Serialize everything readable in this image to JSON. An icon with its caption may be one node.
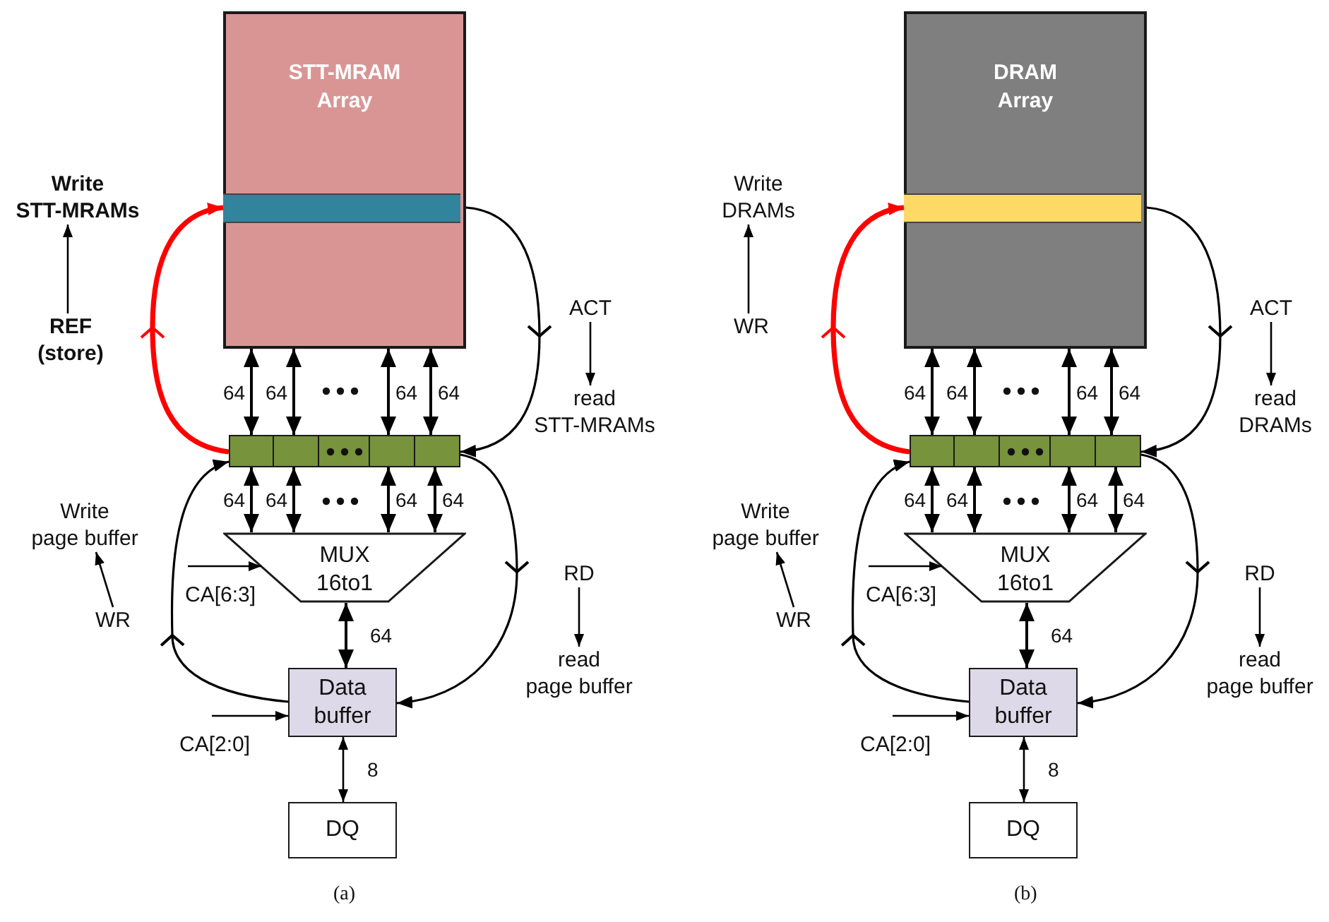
{
  "diagram": {
    "nodes": [
      {
        "text": [
          "STT-MRAM Array"
        ]
      },
      {
        "text": [],
        "shape": "bar",
        "in": 0
      },
      {
        "text": [],
        "shape": "bar"
      },
      {
        "text": [
          "MUX 16to1"
        ]
      },
      {
        "text": [
          "Data buffer"
        ]
      },
      {
        "text": [
          "DQ"
        ]
      },
      {
        "text": [
          "Write STT-MRAMs"
        ]
      },
      {
        "text": [
          "REF (store)"
        ]
      },
      {
        "text": [
          "ACT"
        ]
      },
      {
        "text": [
          "read STT-MRAMs"
        ]
      },
      {
        "text": [
          "Write page buffer"
        ]
      },
      {
        "text": [
          "WR"
        ]
      },
      {
        "text": [
          "RD"
        ]
      },
      {
        "text": [
          "read page buffer"
        ]
      },
      {
        "text": [
          "DRAM Array"
        ]
      },
      {
        "text": [],
        "shape": "bar",
        "in": 14
      },
      {
        "text": [],
        "shape": "bar"
      },
      {
        "text": [
          "MUX 16to1"
        ]
      },
      {
        "text": [
          "Data buffer"
        ]
      },
      {
        "text": [
          "DQ"
        ]
      },
      {
        "text": [
          "Write DRAMs"
        ]
      },
      {
        "text": [
          "WR"
        ]
      },
      {
        "text": [
          "ACT"
        ]
      },
      {
        "text": [
          "read DRAMs"
        ]
      },
      {
        "text": [
          "Write page buffer"
        ]
      },
      {
        "text": [
          "WR"
        ]
      },
      {
        "text": [
          "RD"
        ]
      },
      {
        "text": [
          "read page buffer"
        ]
      }
    ],
    "edges": [
      {
        "from": 2,
        "to": 0,
        "arrow": "both",
        "label": "64"
      },
      {
        "from": 2,
        "to": 0,
        "arrow": "both",
        "label": "64"
      },
      {
        "from": 2,
        "to": 0,
        "arrow": "both",
        "label": "64"
      },
      {
        "from": 2,
        "to": 0,
        "arrow": "both",
        "label": "64"
      },
      {
        "from": 2,
        "to": 3,
        "arrow": "both",
        "label": "64"
      },
      {
        "from": 2,
        "to": 3,
        "arrow": "both",
        "label": "64"
      },
      {
        "from": 2,
        "to": 3,
        "arrow": "both",
        "label": "64"
      },
      {
        "from": 2,
        "to": 3,
        "arrow": "both",
        "label": "64"
      },
      {
        "from": 3,
        "to": 4,
        "arrow": "both",
        "label": "64"
      },
      {
        "from": 4,
        "to": 5,
        "arrow": "both",
        "label": "8"
      },
      {
        "from": 1,
        "to": 2,
        "arrow": "to"
      },
      {
        "from": 2,
        "to": 1,
        "arrow": "to",
        "style": "thick",
        "color": "#ff0000"
      },
      {
        "from": 2,
        "to": 4,
        "arrow": "to"
      },
      {
        "from": 4,
        "to": 2,
        "arrow": "to"
      },
      {
        "from": 7,
        "to": 6,
        "arrow": "to"
      },
      {
        "from": 8,
        "to": 9,
        "arrow": "to"
      },
      {
        "from": 11,
        "to": 10,
        "arrow": "to"
      },
      {
        "from": 12,
        "to": 13,
        "arrow": "to"
      },
      {
        "from": null,
        "to": 3,
        "arrow": "to"
      },
      {
        "from": null,
        "to": 4,
        "arrow": "to"
      },
      {
        "from": 16,
        "to": 14,
        "arrow": "both",
        "label": "64"
      },
      {
        "from": 16,
        "to": 14,
        "arrow": "both",
        "label": "64"
      },
      {
        "from": 16,
        "to": 14,
        "arrow": "both",
        "label": "64"
      },
      {
        "from": 16,
        "to": 14,
        "arrow": "both",
        "label": "64"
      },
      {
        "from": 16,
        "to": 17,
        "arrow": "both",
        "label": "64"
      },
      {
        "from": 16,
        "to": 17,
        "arrow": "both",
        "label": "64"
      },
      {
        "from": 16,
        "to": 17,
        "arrow": "both",
        "label": "64"
      },
      {
        "from": 16,
        "to": 17,
        "arrow": "both",
        "label": "64"
      },
      {
        "from": 17,
        "to": 18,
        "arrow": "both",
        "label": "64"
      },
      {
        "from": 18,
        "to": 19,
        "arrow": "both",
        "label": "8"
      },
      {
        "from": 15,
        "to": 16,
        "arrow": "to"
      },
      {
        "from": 16,
        "to": 15,
        "arrow": "to",
        "style": "thick",
        "color": "#ff0000"
      },
      {
        "from": 16,
        "to": 18,
        "arrow": "to"
      },
      {
        "from": 18,
        "to": 16,
        "arrow": "to"
      },
      {
        "from": 21,
        "to": 20,
        "arrow": "to"
      },
      {
        "from": 22,
        "to": 23,
        "arrow": "to"
      },
      {
        "from": 25,
        "to": 24,
        "arrow": "to"
      },
      {
        "from": 26,
        "to": 27,
        "arrow": "to"
      },
      {
        "from": null,
        "to": 17,
        "arrow": "to"
      },
      {
        "from": null,
        "to": 18,
        "arrow": "to"
      }
    ],
    "labels": [
      "CA[6:3]",
      "CA[2:0]",
      "(a)",
      "CA[6:3]",
      "CA[2:0]",
      "(b)"
    ]
  }
}
